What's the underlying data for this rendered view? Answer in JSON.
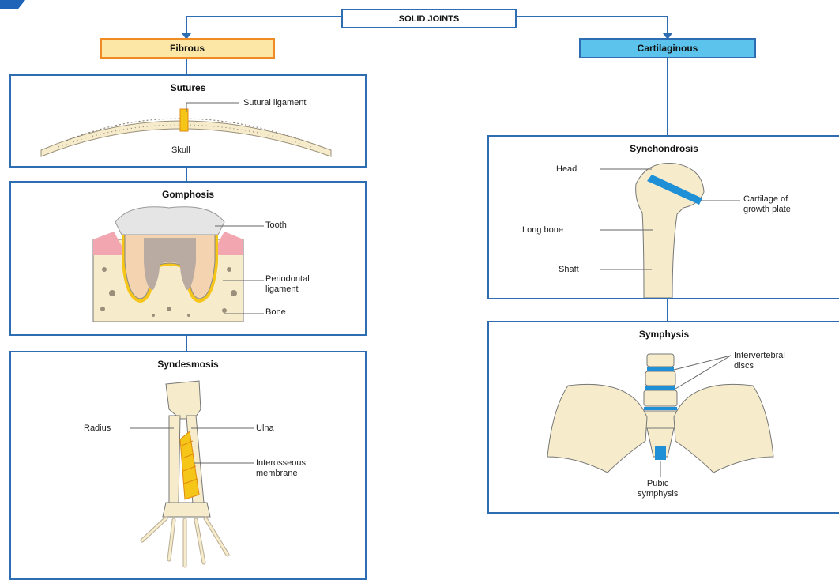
{
  "root": {
    "label": "SOLID JOINTS"
  },
  "fibrous": {
    "header": "Fibrous",
    "sutures": {
      "title": "Sutures",
      "labels": [
        "Sutural ligament",
        "Skull"
      ]
    },
    "gomphosis": {
      "title": "Gomphosis",
      "labels": [
        "Tooth",
        "Periodontal\nligament",
        "Bone"
      ]
    },
    "syndesmosis": {
      "title": "Syndesmosis",
      "labels": [
        "Radius",
        "Ulna",
        "Interosseous\nmembrane"
      ]
    }
  },
  "cartilaginous": {
    "header": "Cartilaginous",
    "synchondrosis": {
      "title": "Synchondrosis",
      "labels": [
        "Head",
        "Long bone",
        "Shaft",
        "Cartilage of\ngrowth plate"
      ]
    },
    "symphysis": {
      "title": "Symphysis",
      "labels": [
        "Intervertebral\ndiscs",
        "Pubic\nsymphysis"
      ]
    }
  },
  "colors": {
    "box_border": "#2f6db3",
    "fibrous_fill": "#fde7a6",
    "fibrous_border": "#f08a24",
    "cart_fill": "#5bc3ec",
    "bone": "#f6eccb",
    "ligament": "#f5c518",
    "cartilage": "#1f8fd6"
  }
}
